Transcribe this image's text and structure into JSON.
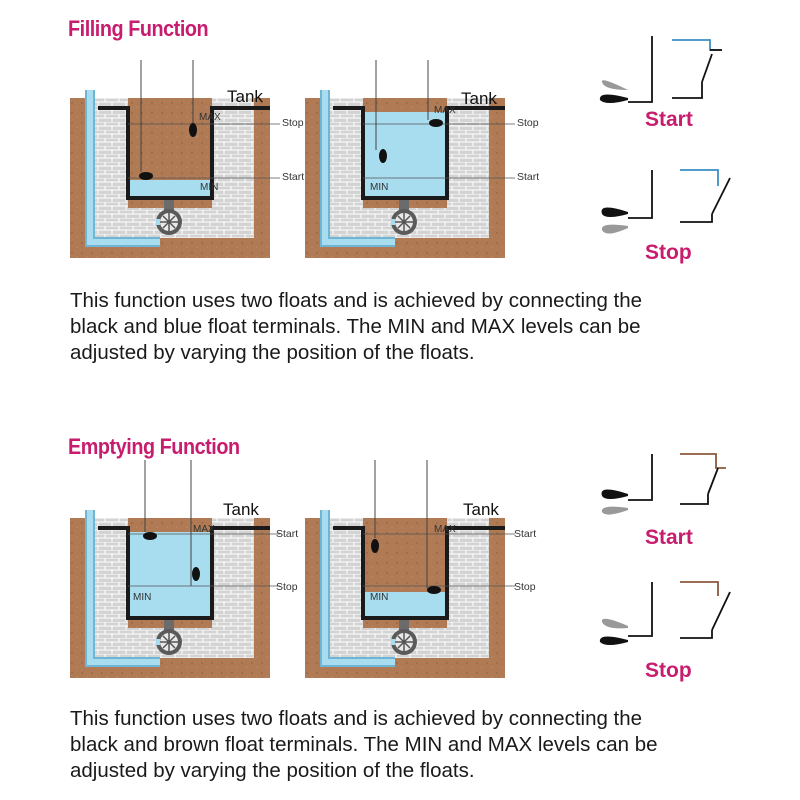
{
  "filling": {
    "title": "Filling Function",
    "tank_label": "Tank",
    "max_label": "MAX",
    "min_label": "MIN",
    "stop_label": "Stop",
    "start_label": "Start",
    "switch_start_label": "Start",
    "switch_stop_label": "Stop",
    "wire_color": "#3a8fc4",
    "description": [
      "This function uses two floats and is achieved by connecting the",
      "black and blue float terminals.  The MIN and MAX levels can be",
      "adjusted by varying the position of the floats."
    ]
  },
  "emptying": {
    "title": "Emptying Function",
    "tank_label": "Tank",
    "max_label": "MAX",
    "min_label": "MIN",
    "start_label": "Start",
    "stop_label": "Stop",
    "switch_start_label": "Start",
    "switch_stop_label": "Stop",
    "wire_color": "#8b5a3c",
    "description": [
      "This function uses two floats and is achieved by connecting the",
      "black and brown float terminals. The MIN and MAX levels can be",
      "adjusted by varying the position of the floats."
    ]
  },
  "colors": {
    "title": "#c81c6e",
    "soil": "#b07a55",
    "brick": "#cfcfcf",
    "water": "#a8dcef",
    "pipe": "#8fd0ec"
  }
}
